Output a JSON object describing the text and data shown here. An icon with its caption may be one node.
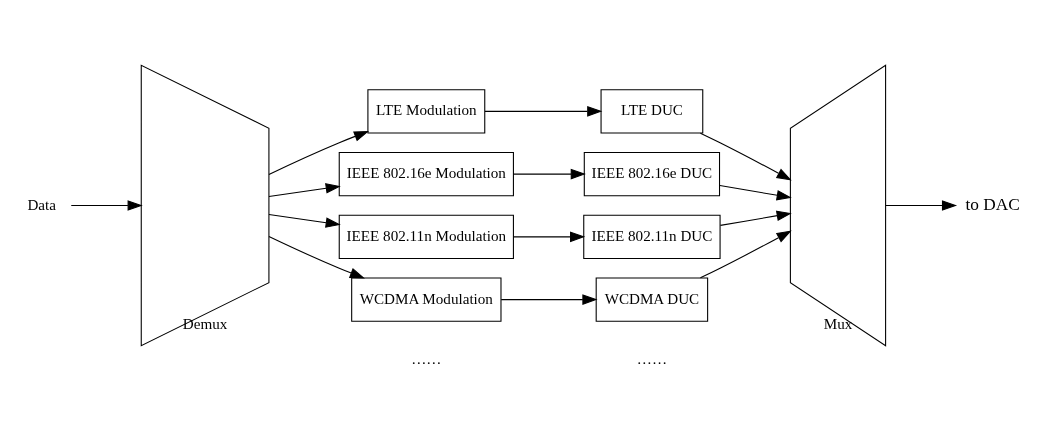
{
  "diagram": {
    "nodes": [
      {
        "text": [
          "Demux"
        ]
      },
      {
        "text": [
          "LTE Modulation"
        ]
      },
      {
        "text": [
          "IEEE 802.16e Modulation"
        ]
      },
      {
        "text": [
          "IEEE 802.11n Modulation"
        ]
      },
      {
        "text": [
          "WCDMA Modulation"
        ]
      },
      {
        "text": [
          "LTE DUC"
        ]
      },
      {
        "text": [
          "IEEE 802.16e DUC"
        ]
      },
      {
        "text": [
          "IEEE 802.11n DUC"
        ]
      },
      {
        "text": [
          "WCDMA DUC"
        ]
      },
      {
        "text": [
          "Mux"
        ]
      },
      {
        "text": [
          "Data"
        ]
      },
      {
        "text": [
          "to DAC"
        ]
      }
    ],
    "edges": [
      {
        "from": 10,
        "to": 0,
        "arrow": "to"
      },
      {
        "from": 0,
        "to": 1,
        "arrow": "to"
      },
      {
        "from": 0,
        "to": 2,
        "arrow": "to"
      },
      {
        "from": 0,
        "to": 3,
        "arrow": "to"
      },
      {
        "from": 0,
        "to": 4,
        "arrow": "to"
      },
      {
        "from": 1,
        "to": 5,
        "arrow": "to"
      },
      {
        "from": 2,
        "to": 6,
        "arrow": "to"
      },
      {
        "from": 3,
        "to": 7,
        "arrow": "to"
      },
      {
        "from": 4,
        "to": 8,
        "arrow": "to"
      },
      {
        "from": 5,
        "to": 9,
        "arrow": "to"
      },
      {
        "from": 6,
        "to": 9,
        "arrow": "to"
      },
      {
        "from": 7,
        "to": 9,
        "arrow": "to"
      },
      {
        "from": 8,
        "to": 9,
        "arrow": "to"
      },
      {
        "from": 9,
        "to": 11,
        "arrow": "to"
      }
    ],
    "labels": [
      "……",
      "……"
    ]
  }
}
